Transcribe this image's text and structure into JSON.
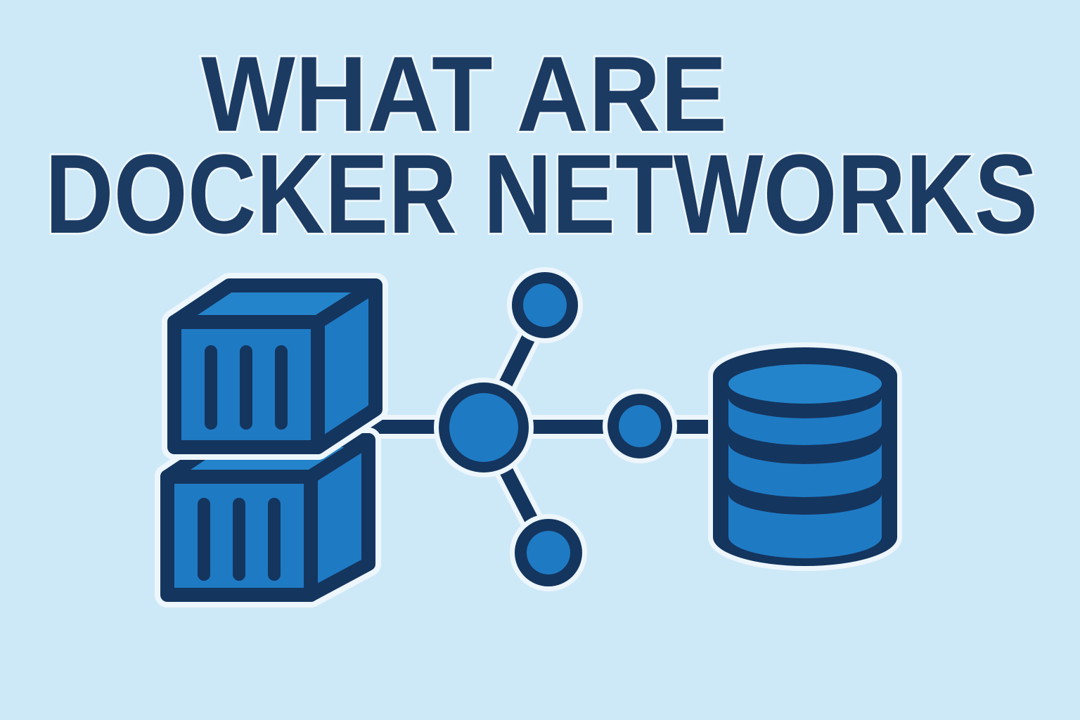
{
  "colors": {
    "background": "#cde9f8",
    "title_text": "#1c3b63",
    "icon_outline": "#14355e",
    "icon_fill": "#1f7ac4",
    "icon_fill_light": "#2484cb",
    "halo": "#edf6fc"
  },
  "title": {
    "line1": "WHAT ARE",
    "line2": "DOCKER NETWORKS"
  },
  "illustration": {
    "icons": [
      {
        "name": "container-stack-icon",
        "depicts": "two stacked docker container boxes"
      },
      {
        "name": "network-nodes-icon",
        "depicts": "central network hub with three connected nodes"
      },
      {
        "name": "database-icon",
        "depicts": "database cylinder with three segments"
      }
    ]
  }
}
